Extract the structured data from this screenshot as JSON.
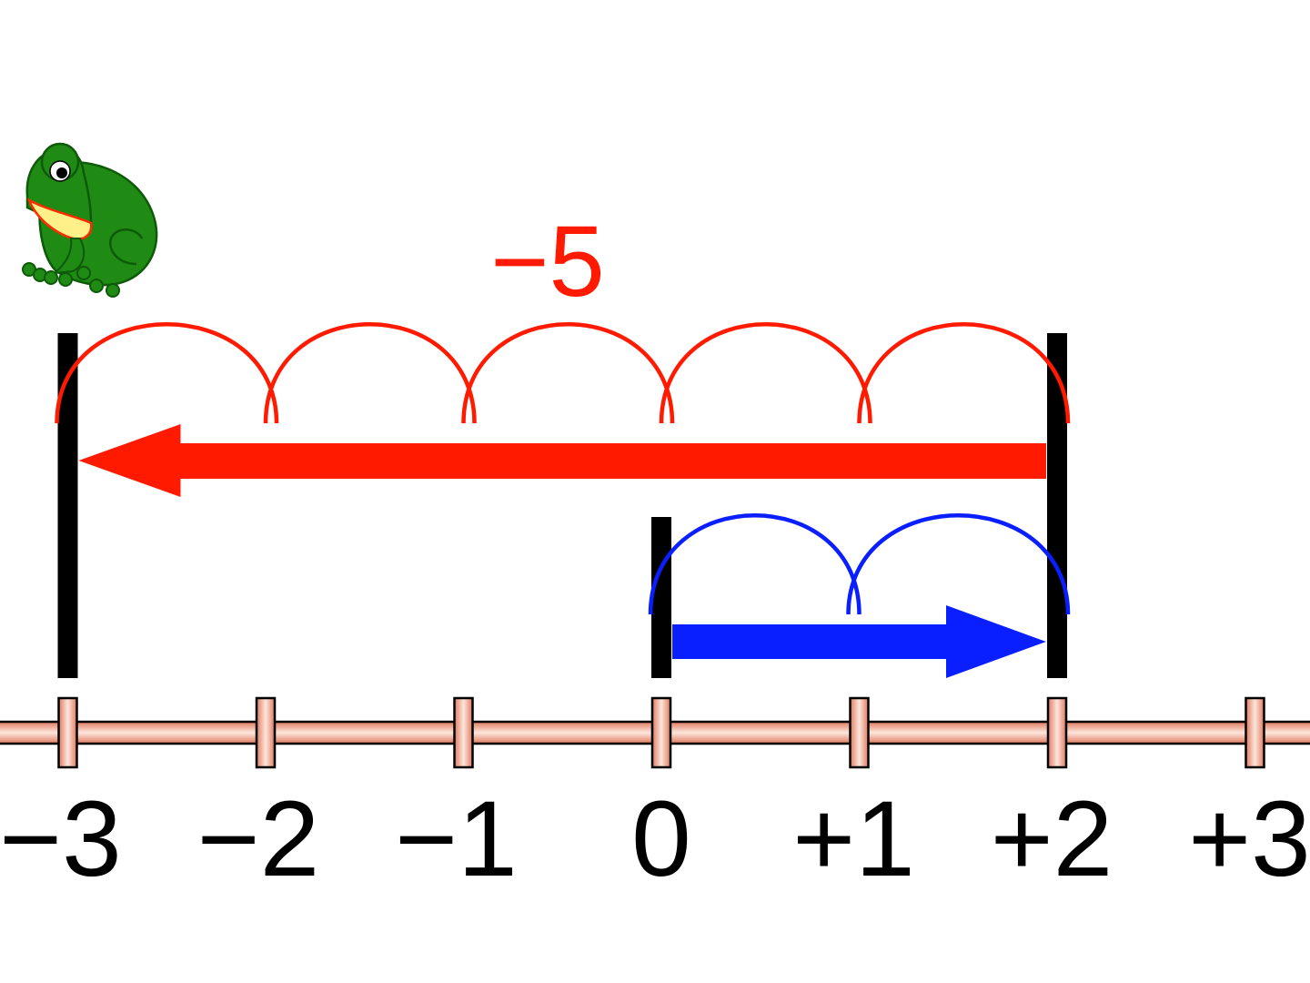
{
  "colors": {
    "jump_red": "#ff1a00",
    "jump_blue": "#0a1fff",
    "marker": "#000000",
    "axis_fill_light": "#fde6dc",
    "axis_fill_dark": "#e07a5f",
    "label_black": "#000000",
    "frog_green": "#1f8a14",
    "frog_dark": "#0d5a08",
    "frog_belly": "#fff08a"
  },
  "number_line": {
    "ticks": [
      {
        "value": -3,
        "label": "−3"
      },
      {
        "value": -2,
        "label": "−2"
      },
      {
        "value": -1,
        "label": "−1"
      },
      {
        "value": 0,
        "label": "0"
      },
      {
        "value": 1,
        "label": "+1"
      },
      {
        "value": 2,
        "label": "+2"
      },
      {
        "value": 3,
        "label": "+3"
      }
    ]
  },
  "blue_jump": {
    "from": 0,
    "to": 2,
    "steps": 2
  },
  "red_jump": {
    "from": 2,
    "to": -3,
    "steps": 5,
    "label": "−5"
  },
  "markers": [
    {
      "value": -3,
      "height": "tall"
    },
    {
      "value": 0,
      "height": "short"
    },
    {
      "value": 2,
      "height": "tall"
    }
  ],
  "icons": {
    "frog": "frog-icon"
  }
}
